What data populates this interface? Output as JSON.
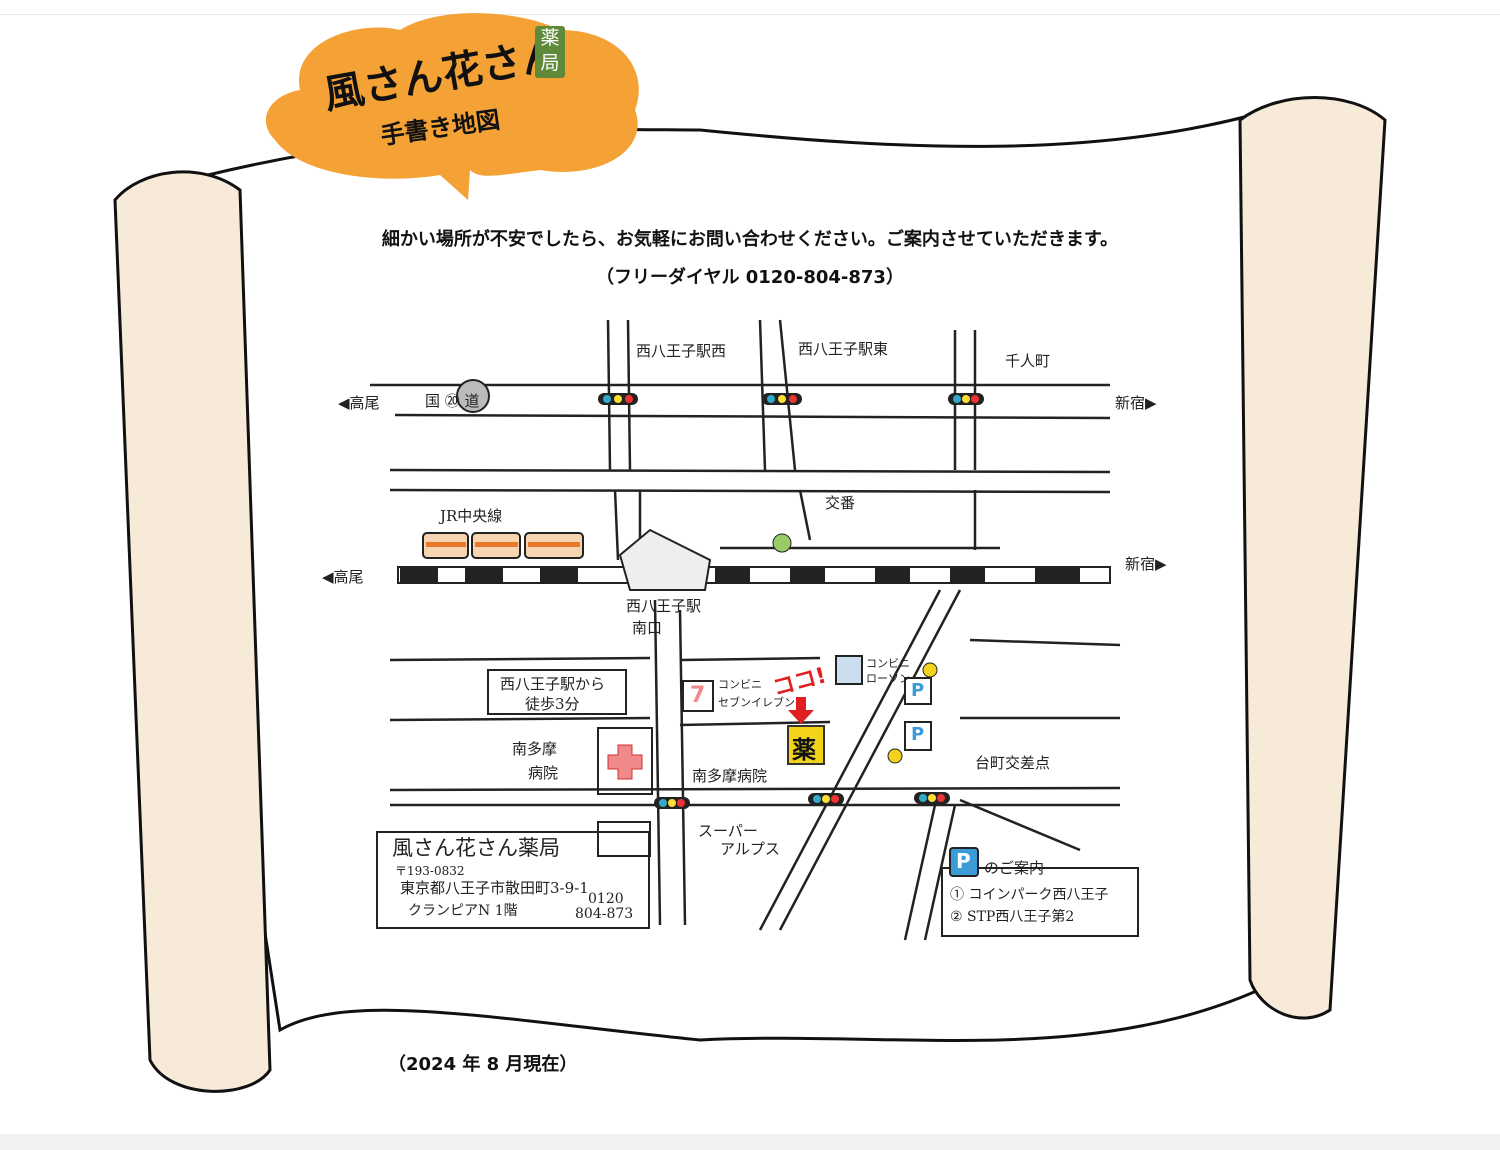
{
  "logo": {
    "name": "風さん花さん",
    "badge": "薬局",
    "subtitle": "手書き地図"
  },
  "intro": {
    "message": "細かい場所が不安でしたら、お気軽にお問い合わせください。ご案内させていただきます。",
    "freedial": "（フリーダイヤル 0120-804-873）"
  },
  "map": {
    "labels": {
      "nishihachioji_west": "西八王子駅西",
      "nishihachioji_east": "西八王子駅東",
      "senninmachi": "千人町",
      "takao_top": "◀高尾",
      "route20": "国 ⑳ 道",
      "shinjuku_top": "新宿▶",
      "jr_line": "JR中央線",
      "koban": "交番",
      "takao_rail": "◀高尾",
      "shinjuku_rail": "新宿▶",
      "station_south": "西八王子駅",
      "station_south2": "南口",
      "walk_line1": "西八王子駅から",
      "walk_line2": "徒歩3分",
      "seven_conv": "コンビニ",
      "seven_name": "セブンイレブン",
      "seven_icon": "7",
      "koko": "ココ!",
      "pharmacy_icon": "薬",
      "lawson_conv": "コンビニ",
      "lawson_name": "ローソン",
      "hospital1_a": "南多摩",
      "hospital1_b": "病院",
      "hospital2": "南多摩病院",
      "daicho": "台町交差点",
      "super_a": "スーパー",
      "super_b": "アルプス",
      "parking_1": "①",
      "parking_2": "②",
      "parking_p": "P"
    },
    "address_box": {
      "name": "風さん花さん薬局",
      "postal": "〒193-0832",
      "address": "東京都八王子市散田町3-9-1",
      "building": "クランピアN 1階",
      "tel1": "0120",
      "tel2": "804-873"
    },
    "parking_box": {
      "title": "のご案内",
      "items": [
        "① コインパーク西八王子",
        "② STP西八王子第2"
      ]
    }
  },
  "footer": {
    "as_of": "（2024 年 8 月現在）"
  },
  "colors": {
    "orange": "#f4a236",
    "scroll": "#f7ead8",
    "green": "#5f8a3a",
    "red": "#e02020",
    "yellow": "#f3d21b",
    "blue": "#3a9bd6"
  }
}
